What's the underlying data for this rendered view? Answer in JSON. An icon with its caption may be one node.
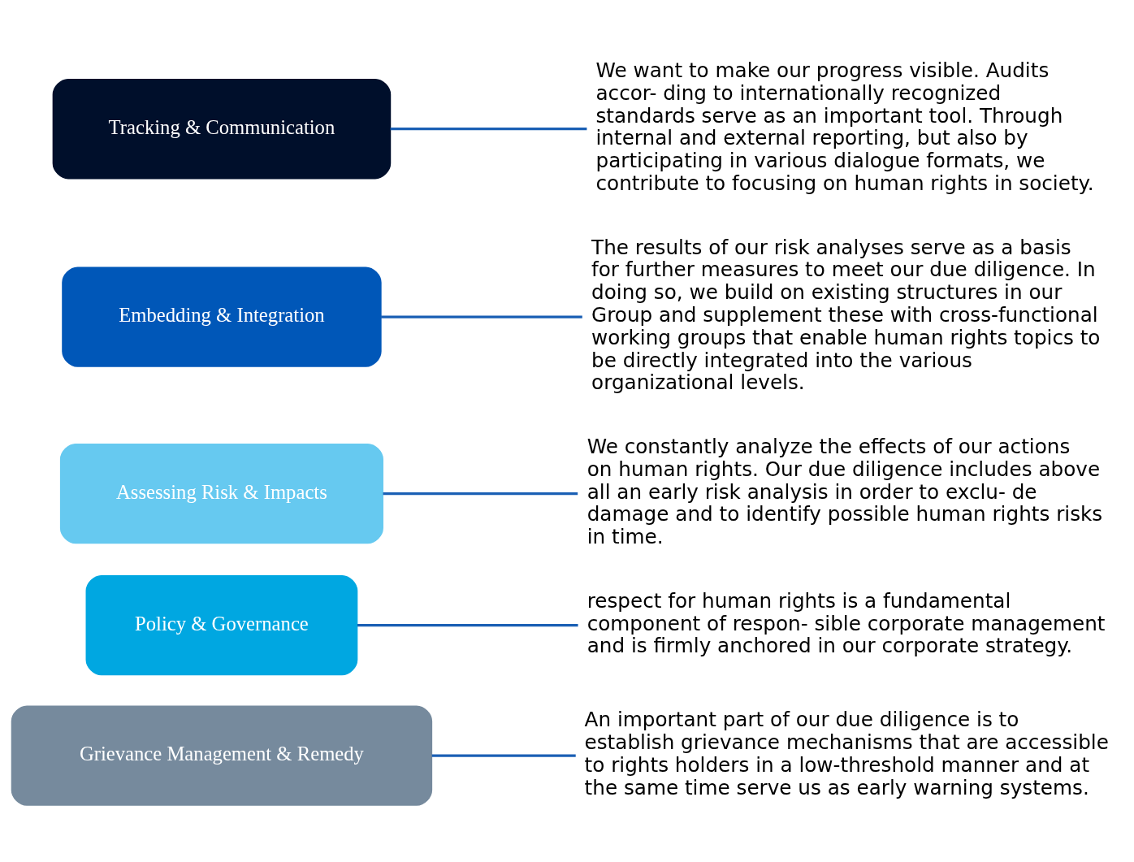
{
  "diagram": {
    "nodes": [
      {
        "text": [
          "Grievance Management & Remedy"
        ]
      },
      {
        "text": [
          "Policy & Governance"
        ]
      },
      {
        "text": [
          "Assessing Risk & Impacts"
        ]
      },
      {
        "text": [
          "Embedding & Integration"
        ]
      },
      {
        "text": [
          "Tracking & Communication"
        ]
      },
      {
        "text": [
          "An important part of our due diligence is to establish grievance mechanisms that are accessible to rights holders in a low-threshold manner and at the same time serve us as early warning systems."
        ]
      },
      {
        "text": [
          "respect for human rights is a fundamental component of respon- sible corporate management and is firmly anchored in our corporate strategy."
        ]
      },
      {
        "text": [
          "We constantly analyze the effects of our actions on human rights. Our due diligence includes above all an early risk analysis in order to exclu- de damage and to identify possible human rights risks in time."
        ]
      },
      {
        "text": [
          "The results of our risk analyses serve as a basis for further measures to meet our due diligence. In doing so, we build on existing structures in our Group and supplement these with cross-functional working groups that enable human rights topics to be directly integrated into the various organizational levels."
        ]
      },
      {
        "text": [
          "We want to make our progress visible. Audits accor- ding to internationally recognized standards serve as an important tool. Through internal and external reporting, but also by participating in various dialogue formats, we contribute to focusing on human rights in society."
        ]
      }
    ],
    "edges": [
      {
        "from": 0,
        "to": 5,
        "arrow": "none"
      },
      {
        "from": 1,
        "to": 6,
        "arrow": "none"
      },
      {
        "from": 2,
        "to": 7,
        "arrow": "none"
      },
      {
        "from": 3,
        "to": 8,
        "arrow": "none"
      },
      {
        "from": 4,
        "to": 9,
        "arrow": "none"
      }
    ]
  }
}
